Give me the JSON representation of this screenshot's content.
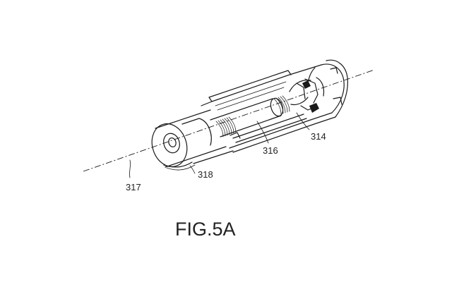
{
  "figure": {
    "caption": "FIG.5A",
    "labels": {
      "axis": "317",
      "end_cap": "318",
      "shaft": "316",
      "head": "314"
    }
  }
}
